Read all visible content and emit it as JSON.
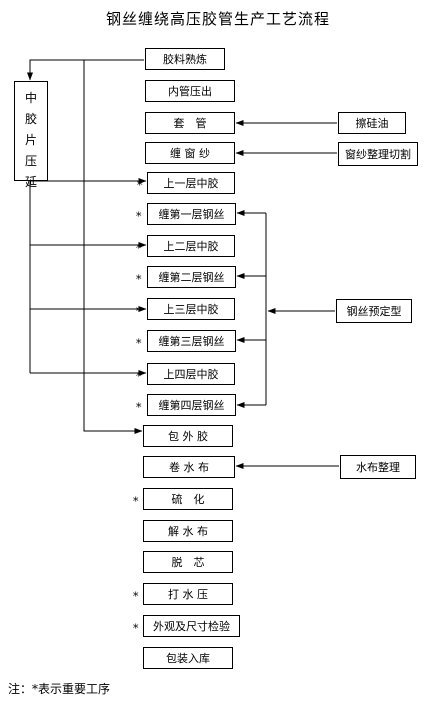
{
  "title": "钢丝缠绕高压胶管生产工艺流程",
  "steps": [
    {
      "label": "胶料熟炼",
      "star": false
    },
    {
      "label": "内管压出",
      "star": false
    },
    {
      "label": "套　管",
      "star": false
    },
    {
      "label": "缠 窗 纱",
      "star": false
    },
    {
      "label": "上一层中胶",
      "star": true
    },
    {
      "label": "缠第一层钢丝",
      "star": true
    },
    {
      "label": "上二层中胶",
      "star": true
    },
    {
      "label": "缠第二层钢丝",
      "star": true
    },
    {
      "label": "上三层中胶",
      "star": true
    },
    {
      "label": "缠第三层钢丝",
      "star": true
    },
    {
      "label": "上四层中胶",
      "star": true
    },
    {
      "label": "缠第四层钢丝",
      "star": true
    },
    {
      "label": "包 外 胶",
      "star": false
    },
    {
      "label": "卷 水 布",
      "star": false
    },
    {
      "label": "硫　化",
      "star": true
    },
    {
      "label": "解 水 布",
      "star": false
    },
    {
      "label": "脱　芯",
      "star": false
    },
    {
      "label": "打 水 压",
      "star": true
    },
    {
      "label": "外观及尺寸检验",
      "star": true
    },
    {
      "label": "包装入库",
      "star": false
    }
  ],
  "star_symbol": "*",
  "side_process": {
    "chars": [
      "中",
      "胶",
      "片",
      "压",
      "延"
    ]
  },
  "aux_processes": {
    "silicone_oil": "擦硅油",
    "window_screen": "窗纱整理切割",
    "wire_preform": "钢丝预定型",
    "water_cloth": "水布整理"
  },
  "note": "注：*表示重要工序"
}
